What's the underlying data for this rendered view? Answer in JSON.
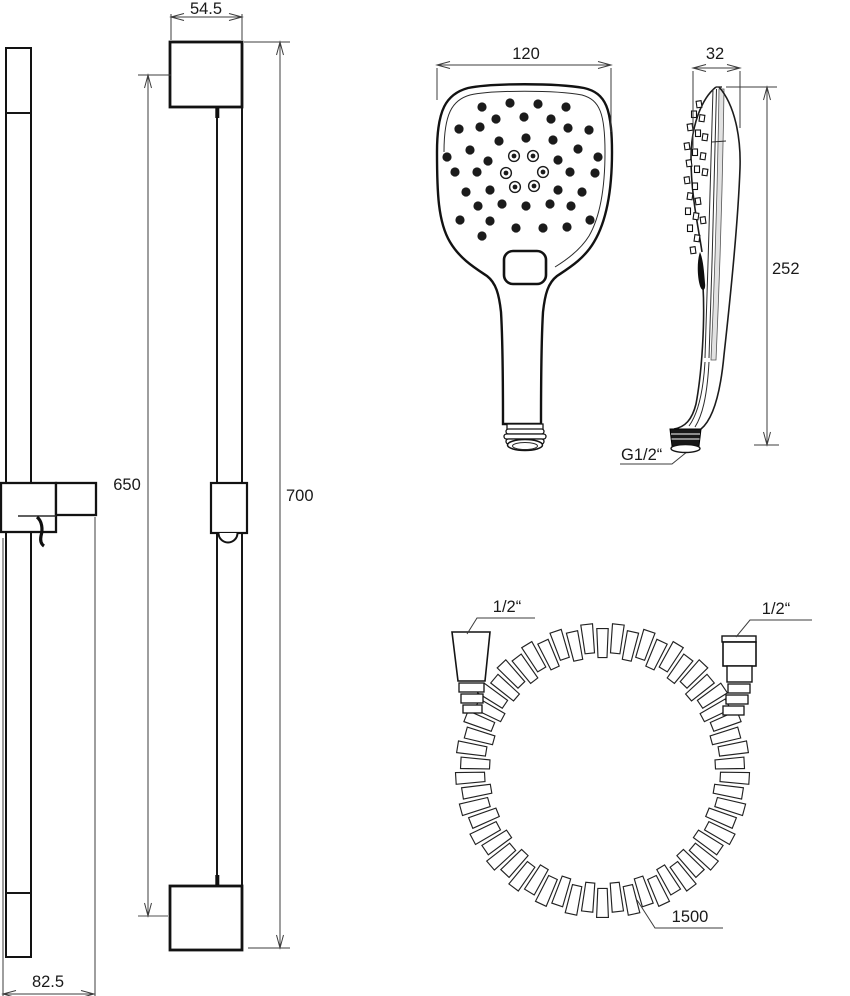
{
  "drawing": {
    "rail_side_view": {
      "wall_offset_mm": "82.5"
    },
    "rail_front_view": {
      "bracket_width_mm": "54.5",
      "holder_height_mm": "650",
      "rail_length_mm": "700"
    },
    "handshower_front_view": {
      "head_width_mm": "120",
      "thread_size": "G1/2“"
    },
    "handshower_side_view": {
      "head_depth_mm": "32",
      "length_mm": "252"
    },
    "hose_view": {
      "left_connector_size": "1/2“",
      "right_connector_size": "1/2“",
      "length_mm": "1500"
    }
  }
}
